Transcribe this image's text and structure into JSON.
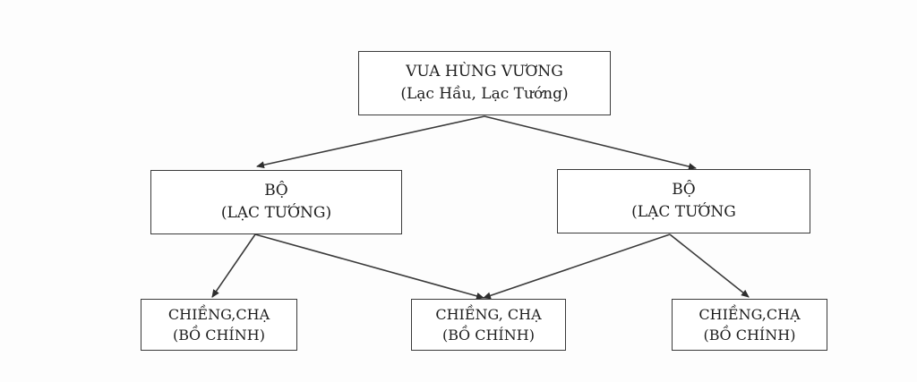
{
  "diagram": {
    "nodes": [
      {
        "id": "top",
        "line1": "VUA HÙNG VƯƠNG",
        "line2": "(Lạc Hầu, Lạc Tướng)"
      },
      {
        "id": "mid-left",
        "line1": "BỘ",
        "line2": "(LẠC TƯỚNG)"
      },
      {
        "id": "mid-right",
        "line1": "BỘ",
        "line2": "(LẠC TƯỚNG"
      },
      {
        "id": "bot-left",
        "line1": "CHIỀNG,CHẠ",
        "line2": "(BỒ CHÍNH)"
      },
      {
        "id": "bot-center",
        "line1": "CHIỀNG, CHẠ",
        "line2": "(BỒ CHÍNH)"
      },
      {
        "id": "bot-right",
        "line1": "CHIỀNG,CHẠ",
        "line2": "(BỒ CHÍNH)"
      }
    ],
    "edges": [
      {
        "from": "top",
        "to": "mid-left"
      },
      {
        "from": "top",
        "to": "mid-right"
      },
      {
        "from": "mid-left",
        "to": "bot-left"
      },
      {
        "from": "mid-left",
        "to": "bot-center"
      },
      {
        "from": "mid-right",
        "to": "bot-center"
      },
      {
        "from": "mid-right",
        "to": "bot-right"
      }
    ],
    "line_color": "#3a3a3a"
  }
}
